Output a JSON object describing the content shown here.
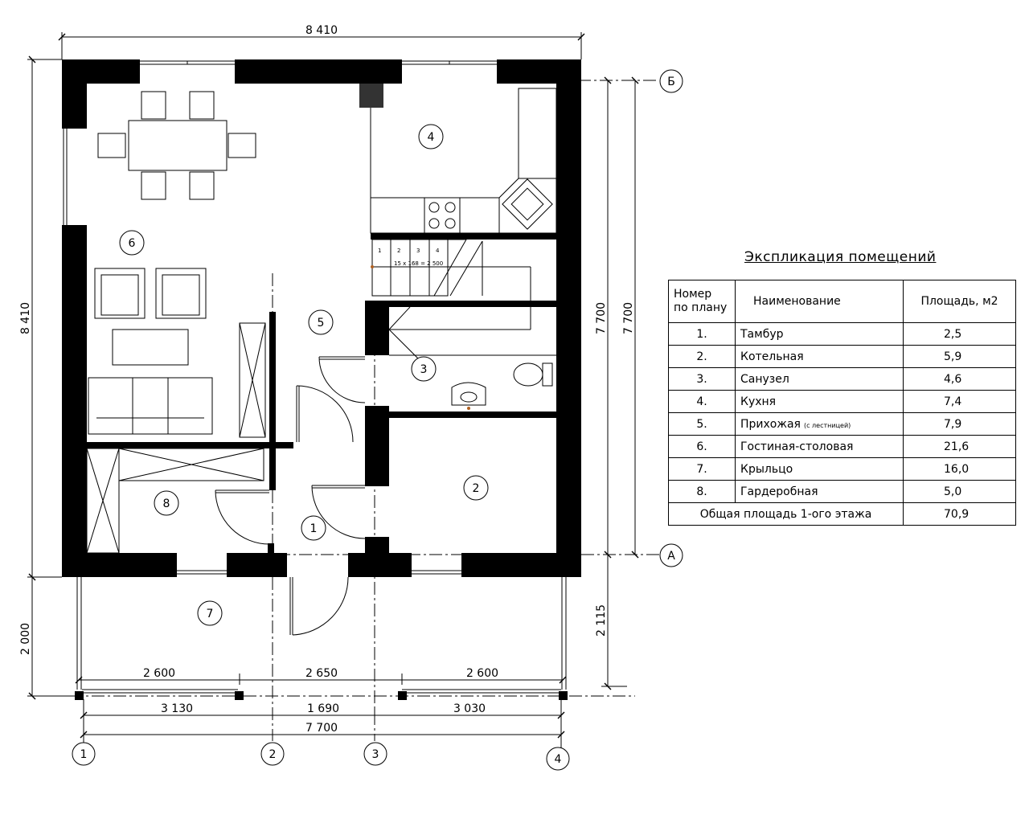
{
  "dimensions": {
    "top_width": "8 410",
    "left_height": "8 410",
    "right_height_outer": "7 700",
    "right_height_inner": "7 700",
    "porch_depth_left": "2 000",
    "porch_depth_right": "2 115",
    "row1": [
      "2 600",
      "2 650",
      "2 600"
    ],
    "row2": [
      "3 130",
      "1 690",
      "3 030"
    ],
    "total_width": "7 700"
  },
  "axes": {
    "horizontal": [
      "Б",
      "А"
    ],
    "vertical": [
      "1",
      "2",
      "3",
      "4"
    ]
  },
  "rooms": [
    "1",
    "2",
    "3",
    "4",
    "5",
    "6",
    "7",
    "8"
  ],
  "stairs": {
    "steps": [
      "1",
      "2",
      "3",
      "4"
    ],
    "note": "15 x 168 = 2 500"
  },
  "explication": {
    "title": "Экспликация помещений",
    "headers": {
      "number": [
        "Номер",
        "по плану"
      ],
      "name": "Наименование",
      "area": "Площадь, м2"
    },
    "rows": [
      {
        "n": "1.",
        "name": "Тамбур",
        "note": "",
        "area": "2,5"
      },
      {
        "n": "2.",
        "name": "Котельная",
        "note": "",
        "area": "5,9"
      },
      {
        "n": "3.",
        "name": "Санузел",
        "note": "",
        "area": "4,6"
      },
      {
        "n": "4.",
        "name": "Кухня",
        "note": "",
        "area": "7,4"
      },
      {
        "n": "5.",
        "name": "Прихожая",
        "note": "(с лестницей)",
        "area": "7,9"
      },
      {
        "n": "6.",
        "name": "Гостиная-столовая",
        "note": "",
        "area": "21,6"
      },
      {
        "n": "7.",
        "name": "Крыльцо",
        "note": "",
        "area": "16,0"
      },
      {
        "n": "8.",
        "name": "Гардеробная",
        "note": "",
        "area": "5,0"
      }
    ],
    "total_label": "Общая площадь 1-ого этажа",
    "total_area": "70,9"
  }
}
